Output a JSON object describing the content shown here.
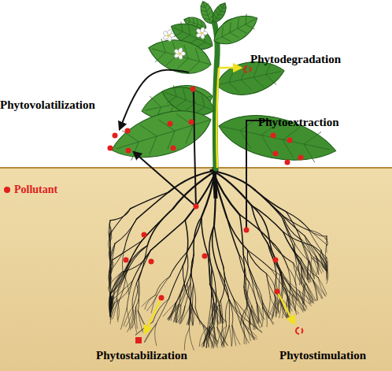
{
  "diagram": {
    "labels": [
      "Phytodegradation",
      "Phytoextraction",
      "Phytovolatilization",
      "Phytostabilization",
      "Phytostimulation"
    ],
    "legend": [
      {
        "text": "Pollutant",
        "color": "#e0201c"
      }
    ]
  }
}
